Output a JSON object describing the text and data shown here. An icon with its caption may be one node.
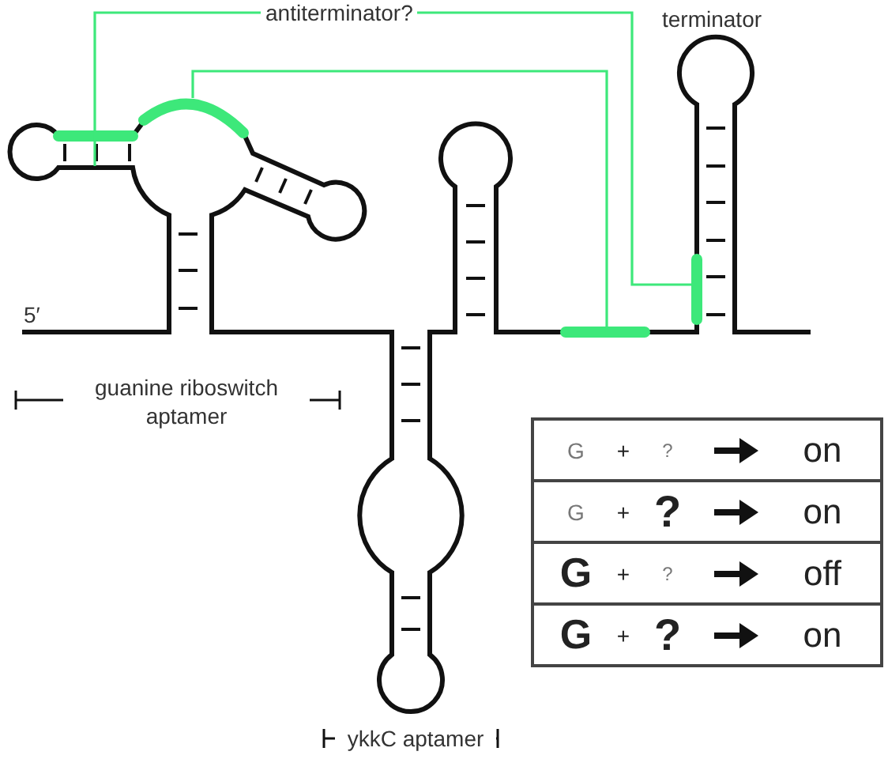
{
  "diagram": {
    "labels": [
      "antiterminator?",
      "terminator",
      "5′",
      "guanine riboswitch aptamer",
      "ykkC aptamer",
      "G",
      "+",
      "?",
      "on",
      "G",
      "+",
      "?",
      "on",
      "G",
      "+",
      "?",
      "off",
      "G",
      "+",
      "?",
      "on"
    ]
  }
}
